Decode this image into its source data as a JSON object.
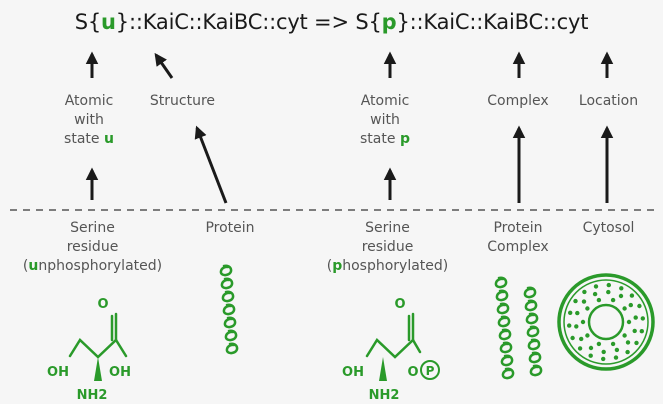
{
  "colors": {
    "green": "#2a9a2a",
    "ink": "#1a1a1a",
    "label": "#555555"
  },
  "formula": {
    "left_prefix": "S{",
    "left_state": "u",
    "left_suffix": "}::KaiC::KaiBC::cyt",
    "arrow": " => ",
    "right_prefix": "S{",
    "right_state": "p",
    "right_suffix": "}::KaiC::KaiBC::cyt"
  },
  "upper_labels": {
    "atomic_u": {
      "line1": "Atomic",
      "line2": "with",
      "line3_prefix": "state ",
      "state": "u"
    },
    "structure": "Structure",
    "atomic_p": {
      "line1": "Atomic",
      "line2": "with",
      "line3_prefix": "state ",
      "state": "p"
    },
    "complex": "Complex",
    "location": "Location"
  },
  "lower_labels": {
    "serine_u": {
      "line1": "Serine",
      "line2": "residue",
      "line3_open": "(",
      "state": "u",
      "line3_rest": "nphosphorylated)"
    },
    "protein": "Protein",
    "serine_p": {
      "line1": "Serine",
      "line2": "residue",
      "line3_open": "(",
      "state": "p",
      "line3_rest": "hosphorylated)"
    },
    "protein_complex": {
      "line1": "Protein",
      "line2": "Complex"
    },
    "cytosol": "Cytosol"
  },
  "molecule_u": {
    "o_top": "O",
    "oh_left": "OH",
    "oh_right": "OH",
    "nh2": "NH2"
  },
  "molecule_p": {
    "o_top": "O",
    "oh_left": "OH",
    "o_right": "O",
    "phosphate": "P",
    "nh2": "NH2"
  },
  "icons": [
    "protein-helix-icon",
    "protein-complex-icon",
    "cytosol-icon",
    "arrow-icon"
  ]
}
